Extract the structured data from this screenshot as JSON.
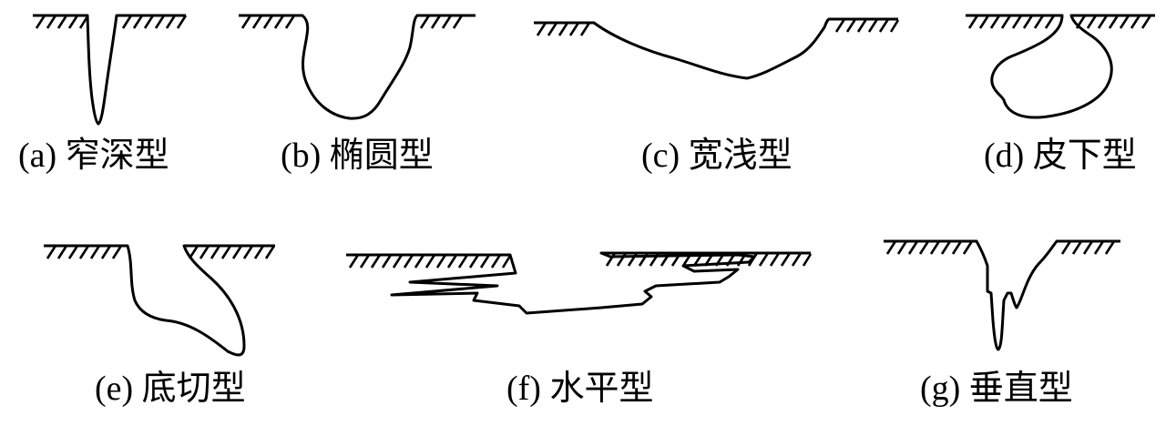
{
  "colors": {
    "line": "#000000",
    "background": "#ffffff"
  },
  "figures": [
    {
      "id": "a",
      "label": "(a) 窄深型"
    },
    {
      "id": "b",
      "label": "(b) 椭圆型"
    },
    {
      "id": "c",
      "label": "(c) 宽浅型"
    },
    {
      "id": "d",
      "label": "(d) 皮下型"
    },
    {
      "id": "e",
      "label": "(e) 底切型"
    },
    {
      "id": "f",
      "label": "(f) 水平型"
    },
    {
      "id": "g",
      "label": "(g) 垂直型"
    }
  ]
}
